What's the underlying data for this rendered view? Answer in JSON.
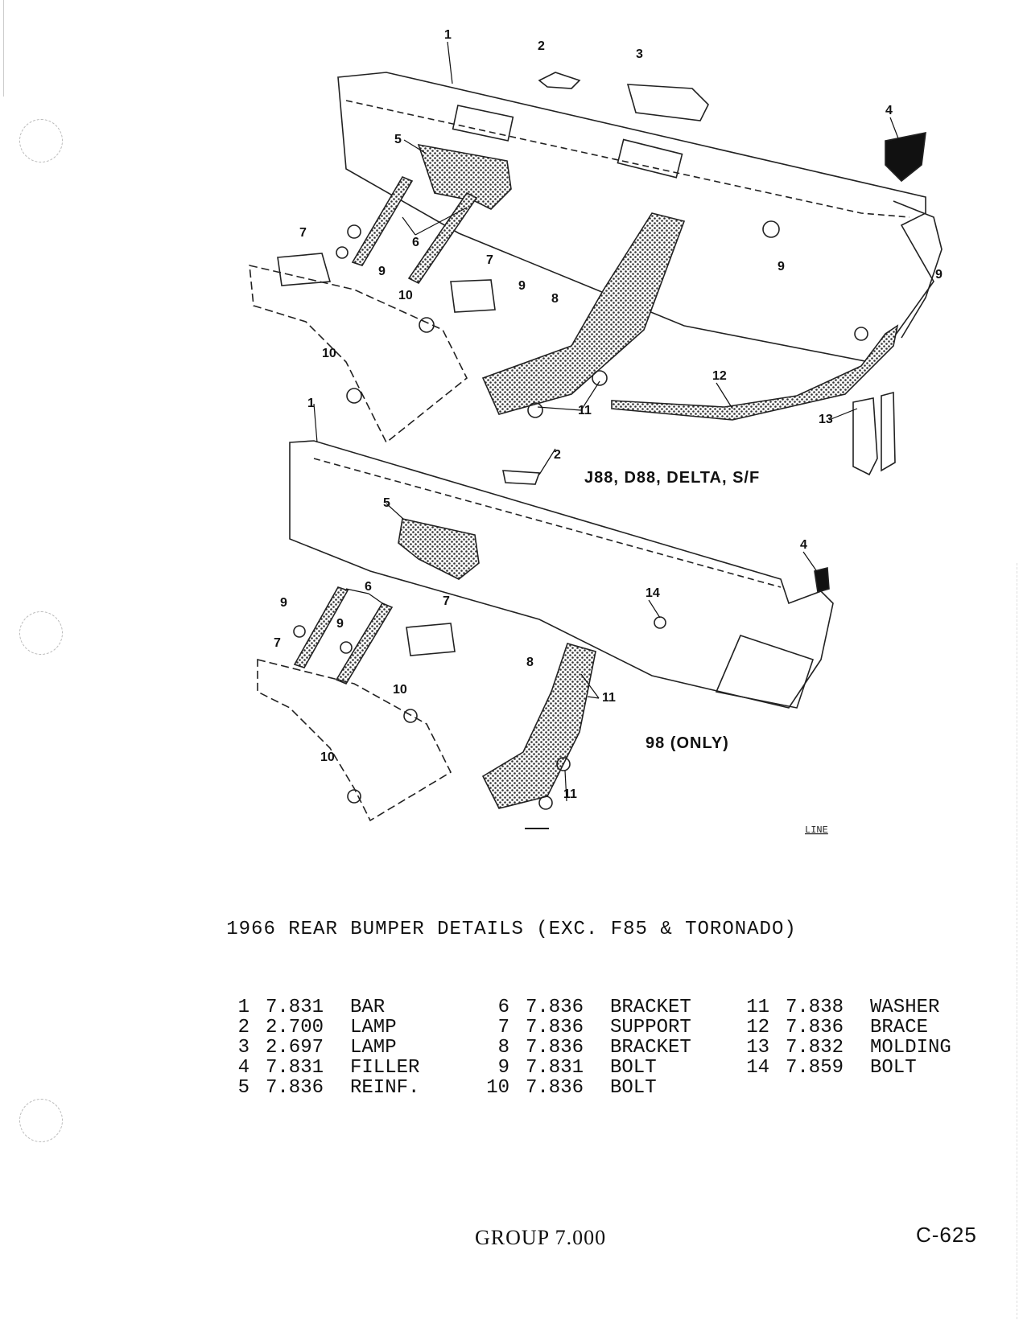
{
  "diagram": {
    "variant_top": "J88, D88, DELTA, S/F",
    "variant_bottom": "98 (ONLY)",
    "line_tag": "LINE",
    "callouts_top": [
      "1",
      "2",
      "3",
      "4",
      "5",
      "6",
      "7",
      "7",
      "8",
      "9",
      "9",
      "9",
      "9",
      "10",
      "10",
      "11",
      "12",
      "13"
    ],
    "callouts_bottom": [
      "1",
      "2",
      "4",
      "5",
      "6",
      "7",
      "7",
      "8",
      "9",
      "9",
      "10",
      "10",
      "11",
      "11",
      "14"
    ]
  },
  "title": "1966 REAR BUMPER DETAILS (EXC. F85 & TORONADO)",
  "parts_columns": [
    [
      {
        "num": "1",
        "code": "7.831",
        "name": "BAR"
      },
      {
        "num": "2",
        "code": "2.700",
        "name": "LAMP"
      },
      {
        "num": "3",
        "code": "2.697",
        "name": "LAMP"
      },
      {
        "num": "4",
        "code": "7.831",
        "name": "FILLER"
      },
      {
        "num": "5",
        "code": "7.836",
        "name": "REINF."
      }
    ],
    [
      {
        "num": "6",
        "code": "7.836",
        "name": "BRACKET"
      },
      {
        "num": "7",
        "code": "7.836",
        "name": "SUPPORT"
      },
      {
        "num": "8",
        "code": "7.836",
        "name": "BRACKET"
      },
      {
        "num": "9",
        "code": "7.831",
        "name": "BOLT"
      },
      {
        "num": "10",
        "code": "7.836",
        "name": "BOLT"
      }
    ],
    [
      {
        "num": "11",
        "code": "7.838",
        "name": "WASHER"
      },
      {
        "num": "12",
        "code": "7.836",
        "name": "BRACE"
      },
      {
        "num": "13",
        "code": "7.832",
        "name": "MOLDING"
      },
      {
        "num": "14",
        "code": "7.859",
        "name": "BOLT"
      }
    ]
  ],
  "footer": {
    "group": "GROUP 7.000",
    "page": "C-625"
  }
}
